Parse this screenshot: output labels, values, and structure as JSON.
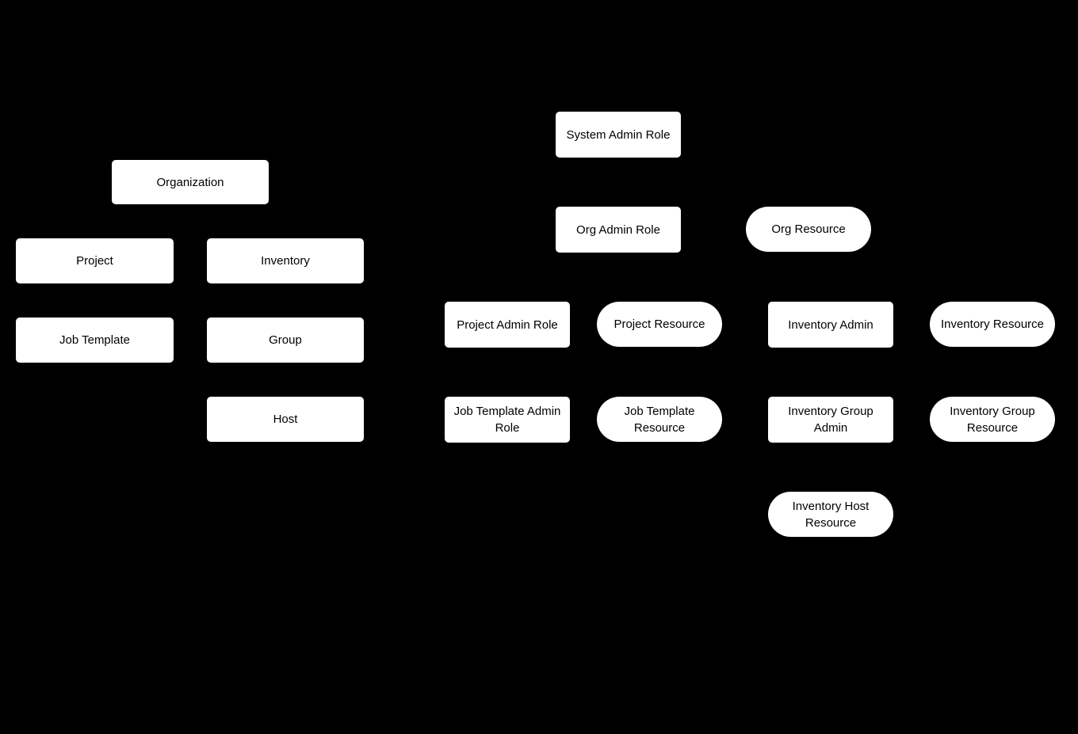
{
  "diagram": {
    "description": "RBAC hierarchy diagram with organization object tree and admin role / resource nodes",
    "colors": {
      "background": "#000000",
      "node_fill": "#ffffff",
      "node_text": "#000000"
    },
    "nodes": {
      "organization": {
        "label": "Organization",
        "shape": "rect"
      },
      "project": {
        "label": "Project",
        "shape": "rect"
      },
      "inventory": {
        "label": "Inventory",
        "shape": "rect"
      },
      "job_template": {
        "label": "Job Template",
        "shape": "rect"
      },
      "group": {
        "label": "Group",
        "shape": "rect"
      },
      "host": {
        "label": "Host",
        "shape": "rect"
      },
      "system_admin_role": {
        "label": "System Admin Role",
        "shape": "rect"
      },
      "org_admin_role": {
        "label": "Org Admin Role",
        "shape": "rect"
      },
      "org_resource": {
        "label": "Org Resource",
        "shape": "pill"
      },
      "project_admin_role": {
        "label": "Project Admin Role",
        "shape": "rect"
      },
      "project_resource": {
        "label": "Project Resource",
        "shape": "pill"
      },
      "inventory_admin": {
        "label": "Inventory Admin",
        "shape": "rect"
      },
      "inventory_resource": {
        "label": "Inventory Resource",
        "shape": "pill"
      },
      "job_template_admin_role": {
        "label": "Job Template Admin Role",
        "shape": "rect"
      },
      "job_template_resource": {
        "label": "Job Template Resource",
        "shape": "pill"
      },
      "inventory_group_admin": {
        "label": "Inventory Group Admin",
        "shape": "rect"
      },
      "inventory_group_resource": {
        "label": "Inventory Group Resource",
        "shape": "pill"
      },
      "inventory_host_resource": {
        "label": "Inventory Host Resource",
        "shape": "pill"
      }
    }
  }
}
